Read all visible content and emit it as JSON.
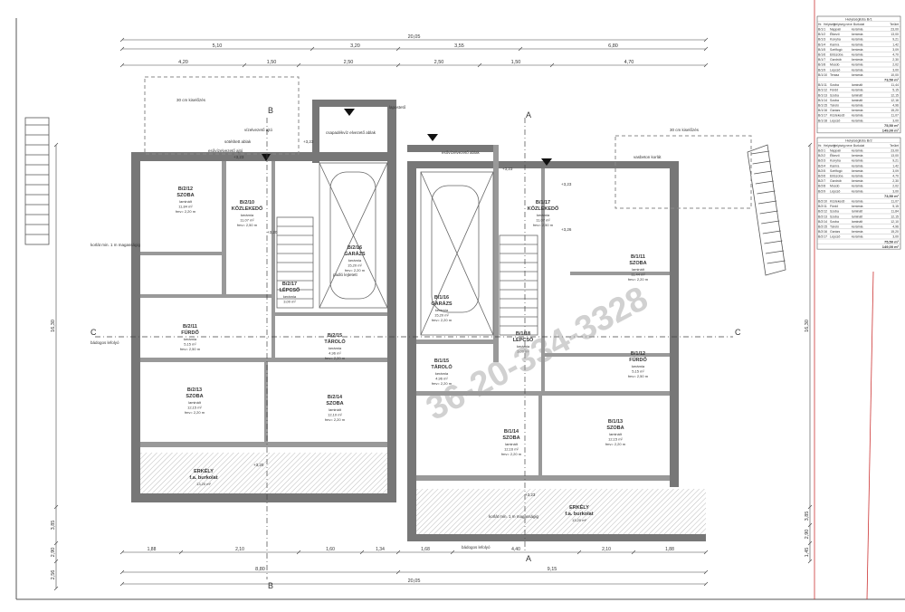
{
  "dims": {
    "total_top": "20,05",
    "total_bottom": "20,05",
    "top_row1": [
      "5,10",
      "3,20",
      "3,55",
      "6,80"
    ],
    "top_row2": [
      "4,20",
      "1,50",
      "2,50",
      "2,50",
      "1,50",
      "4,70"
    ],
    "bottom_row1": [
      "1,88",
      "2,10",
      "1,60",
      "1,34",
      "1,68",
      "4,40",
      "2,10",
      "1,88"
    ],
    "bottom_row2": [
      "8,80",
      "9,15"
    ],
    "left_vertical": [
      "16,30",
      "3,85",
      "2,90",
      "2,56"
    ],
    "right_vertical": [
      "16,30",
      "3,85",
      "2,90",
      "1,45"
    ]
  },
  "rooms": {
    "b2_12": {
      "code": "B/2/12",
      "name": "SZOBA",
      "floor": "laminált",
      "area": "11,84 m²",
      "height": "fmv= 2,20 m"
    },
    "b2_10": {
      "code": "B/2/10",
      "name": "KÖZLEKEDŐ",
      "floor": "kerámia",
      "area": "11,07 m²",
      "height": "fmv= 2,50 m"
    },
    "b2_16": {
      "code": "B/2/16",
      "name": "GARÁZS",
      "floor": "kerámia",
      "area": "15,20 m²",
      "height": "fmv= 2,20 m"
    },
    "b2_17": {
      "code": "B/2/17",
      "name": "LÉPCSŐ",
      "floor": "kerámia",
      "area": "3,00 m²",
      "height": ""
    },
    "b2_11": {
      "code": "B/2/11",
      "name": "FÜRDŐ",
      "floor": "kerámia",
      "area": "5,15 m²",
      "height": "fmv= 2,50 m"
    },
    "b2_15": {
      "code": "B/2/15",
      "name": "TÁROLÓ",
      "floor": "kerámia",
      "area": "4,96 m²",
      "height": "fmv= 2,20 m"
    },
    "b2_13": {
      "code": "B/2/13",
      "name": "SZOBA",
      "floor": "laminált",
      "area": "12,15 m²",
      "height": "fmv= 2,20 m"
    },
    "b2_14": {
      "code": "B/2/14",
      "name": "SZOBA",
      "floor": "laminált",
      "area": "12,10 m²",
      "height": "fmv= 2,20 m"
    },
    "b2_erkely": {
      "code": "ERKÉLY",
      "name": "f.a. burkolat",
      "floor": "",
      "area": "13,20 m²",
      "height": ""
    },
    "b1_16": {
      "code": "B/1/16",
      "name": "GARÁZS",
      "floor": "kerámia",
      "area": "15,20 m²",
      "height": "fmv= 2,20 m"
    },
    "b1_17": {
      "code": "B/1/17",
      "name": "KÖZLEKEDŐ",
      "floor": "kerámia",
      "area": "11,07 m²",
      "height": "fmv= 2,50 m"
    },
    "b1_18": {
      "code": "B/1/18",
      "name": "LÉPCSŐ",
      "floor": "kerámia",
      "area": "3,00 m²",
      "height": ""
    },
    "b1_15": {
      "code": "B/1/15",
      "name": "TÁROLÓ",
      "floor": "kerámia",
      "area": "4,96 m²",
      "height": "fmv= 2,20 m"
    },
    "b1_11": {
      "code": "B/1/11",
      "name": "SZOBA",
      "floor": "laminált",
      "area": "11,44 m²",
      "height": "fmv= 2,20 m"
    },
    "b1_12": {
      "code": "B/1/12",
      "name": "FÜRDŐ",
      "floor": "kerámia",
      "area": "5,15 m²",
      "height": "fmv= 2,50 m"
    },
    "b1_14": {
      "code": "B/1/14",
      "name": "SZOBA",
      "floor": "laminált",
      "area": "12,16 m²",
      "height": "fmv= 2,20 m"
    },
    "b1_13": {
      "code": "B/1/13",
      "name": "SZOBA",
      "floor": "laminált",
      "area": "12,15 m²",
      "height": "fmv= 2,20 m"
    },
    "b1_erkely": {
      "code": "ERKÉLY",
      "name": "f.a. burkolat",
      "floor": "",
      "area": "13,20 m²",
      "height": ""
    }
  },
  "notes": {
    "n1": "30 cm kiselőzés",
    "n2": "vízelvezető ajtó",
    "n3": "sötétített ablak",
    "n4": "esővízelvezető ajtó",
    "n5": "csapadékvíz elvezető ablak",
    "n6": "padló lejtetett",
    "n7": "korlát min. 1 m magasságig",
    "n8": "bádogos lefolyó",
    "n9": "esővízelvezető ablak",
    "n10": "lapostető",
    "n11": "vasbeton korlát",
    "n12": "30 cm kiselőzés",
    "n13": "korlát min. 1 m magasságig",
    "n14": "bádogos lefolyó"
  },
  "levels": [
    "+3,23",
    "+3,23",
    "+3,20",
    "+3,26",
    "+3,23",
    "+3,20",
    "+3,23",
    "+3,23"
  ],
  "section_labels": [
    "A",
    "A",
    "B",
    "B",
    "C",
    "C"
  ],
  "watermark": "36-20-334-3328",
  "table1": {
    "title": "Helyiséglista B/1",
    "header": [
      "Hr.",
      "Helyiség",
      "Helyiség neve",
      "Burkolat",
      "Terület"
    ],
    "rows": [
      [
        "B/1/1",
        "Nappali",
        "kerámia",
        "23,00"
      ],
      [
        "B/1/2",
        "Étkező",
        "kerámia",
        "13,00"
      ],
      [
        "B/1/3",
        "Konyha",
        "kerámia",
        "9,21"
      ],
      [
        "B/1/4",
        "Kamra",
        "kerámia",
        "1,42"
      ],
      [
        "B/1/5",
        "Szélfogó",
        "kerámia",
        "3,09"
      ],
      [
        "B/1/6",
        "Előszoba",
        "kerámia",
        "4,70"
      ],
      [
        "B/1/7",
        "Gardrób",
        "kerámia",
        "2,30"
      ],
      [
        "B/1/8",
        "Mosdó",
        "kerámia",
        "2,02"
      ],
      [
        "B/1/9",
        "Lépcső",
        "kerámia",
        "3,00"
      ],
      [
        "B/1/10",
        "Terasz",
        "kerámia",
        "10,00"
      ]
    ],
    "sum1": "73,50 m²",
    "rows2": [
      [
        "B/1/11",
        "Szoba",
        "laminált",
        "11,44"
      ],
      [
        "B/1/12",
        "Fürdő",
        "kerámia",
        "5,15"
      ],
      [
        "B/1/13",
        "Szoba",
        "laminált",
        "12,15"
      ],
      [
        "B/1/14",
        "Szoba",
        "laminált",
        "12,16"
      ],
      [
        "B/1/15",
        "Tároló",
        "kerámia",
        "4,96"
      ],
      [
        "B/1/16",
        "Garázs",
        "kerámia",
        "15,20"
      ],
      [
        "B/1/17",
        "Közlekedő",
        "kerámia",
        "11,07"
      ],
      [
        "B/1/18",
        "Lépcső",
        "kerámia",
        "3,00"
      ]
    ],
    "sum2": "75,50 m²",
    "total": "149,00 m²"
  },
  "table2": {
    "title": "Helyiséglista B/2",
    "header": [
      "Hr.",
      "Helyiség",
      "Helyiség neve",
      "Burkolat",
      "Terület"
    ],
    "rows": [
      [
        "B/2/1",
        "Nappali",
        "kerámia",
        "23,00"
      ],
      [
        "B/2/2",
        "Étkező",
        "kerámia",
        "13,00"
      ],
      [
        "B/2/3",
        "Konyha",
        "kerámia",
        "9,21"
      ],
      [
        "B/2/4",
        "Kamra",
        "kerámia",
        "1,42"
      ],
      [
        "B/2/5",
        "Szélfogó",
        "kerámia",
        "3,09"
      ],
      [
        "B/2/6",
        "Előszoba",
        "kerámia",
        "4,70"
      ],
      [
        "B/2/7",
        "Gardrób",
        "kerámia",
        "2,30"
      ],
      [
        "B/2/8",
        "Mosdó",
        "kerámia",
        "2,02"
      ],
      [
        "B/2/9",
        "Lépcső",
        "kerámia",
        "3,00"
      ]
    ],
    "sum1": "73,50 m²",
    "rows2": [
      [
        "B/2/10",
        "Közlekedő",
        "kerámia",
        "11,07"
      ],
      [
        "B/2/11",
        "Fürdő",
        "kerámia",
        "5,15"
      ],
      [
        "B/2/12",
        "Szoba",
        "laminált",
        "11,84"
      ],
      [
        "B/2/13",
        "Szoba",
        "laminált",
        "12,15"
      ],
      [
        "B/2/14",
        "Szoba",
        "laminált",
        "12,10"
      ],
      [
        "B/2/15",
        "Tároló",
        "kerámia",
        "4,96"
      ],
      [
        "B/2/16",
        "Garázs",
        "kerámia",
        "15,20"
      ],
      [
        "B/2/17",
        "Lépcső",
        "kerámia",
        "3,00"
      ]
    ],
    "sum2": "75,50 m²",
    "total": "149,00 m²"
  }
}
